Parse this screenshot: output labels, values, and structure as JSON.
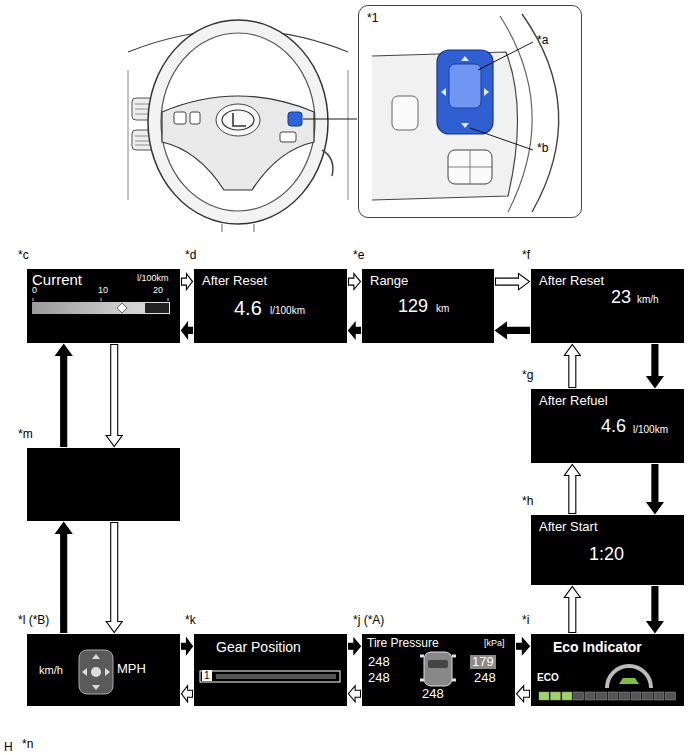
{
  "diagram": {
    "nodes": [
      {
        "text": [
          "*1"
        ]
      },
      {
        "text": [
          "*c",
          "Current",
          "l/100km",
          "0",
          "10",
          "20"
        ]
      },
      {
        "text": [
          "*d",
          "After Reset",
          "4.6",
          "l/100km"
        ]
      },
      {
        "text": [
          "*e",
          "Range",
          "129",
          "km"
        ]
      },
      {
        "text": [
          "*f",
          "After Reset",
          "23",
          "km/h"
        ]
      },
      {
        "text": [
          "*g",
          "After Refuel",
          "4.6",
          "l/100km"
        ]
      },
      {
        "text": [
          "*h",
          "After Start",
          "1:20"
        ]
      },
      {
        "text": [
          "*i",
          "Eco Indicator",
          "ECO"
        ]
      },
      {
        "text": [
          "*j (*A)",
          "Tire Pressure",
          "[kPa]",
          "248",
          "179",
          "248",
          "248",
          "248"
        ]
      },
      {
        "text": [
          "*k",
          "Gear Position",
          "1"
        ]
      },
      {
        "text": [
          "*l (*B)",
          "km/h",
          "MPH"
        ]
      },
      {
        "text": [
          "*m"
        ]
      }
    ],
    "edges": [
      {
        "from": 1,
        "to": 2,
        "arrow": "to"
      },
      {
        "from": 2,
        "to": 1,
        "arrow": "to"
      },
      {
        "from": 2,
        "to": 3,
        "arrow": "to"
      },
      {
        "from": 3,
        "to": 2,
        "arrow": "to"
      },
      {
        "from": 3,
        "to": 4,
        "arrow": "to"
      },
      {
        "from": 4,
        "to": 3,
        "arrow": "to"
      },
      {
        "from": 5,
        "to": 4,
        "arrow": "to"
      },
      {
        "from": 4,
        "to": 5,
        "arrow": "to"
      },
      {
        "from": 6,
        "to": 5,
        "arrow": "to"
      },
      {
        "from": 5,
        "to": 6,
        "arrow": "to"
      },
      {
        "from": 7,
        "to": 6,
        "arrow": "to"
      },
      {
        "from": 6,
        "to": 7,
        "arrow": "to"
      },
      {
        "from": 8,
        "to": 7,
        "arrow": "to"
      },
      {
        "from": 7,
        "to": 8,
        "arrow": "to"
      },
      {
        "from": 9,
        "to": 8,
        "arrow": "to"
      },
      {
        "from": 8,
        "to": 9,
        "arrow": "to"
      },
      {
        "from": 10,
        "to": 9,
        "arrow": "to"
      },
      {
        "from": 9,
        "to": 10,
        "arrow": "to"
      },
      {
        "from": 10,
        "to": 11,
        "arrow": "to"
      },
      {
        "from": 11,
        "to": 10,
        "arrow": "to"
      },
      {
        "from": 11,
        "to": 1,
        "arrow": "to"
      },
      {
        "from": 1,
        "to": 11,
        "arrow": "to"
      }
    ],
    "labels": [
      "*a",
      "*b",
      "*n",
      "H"
    ]
  }
}
